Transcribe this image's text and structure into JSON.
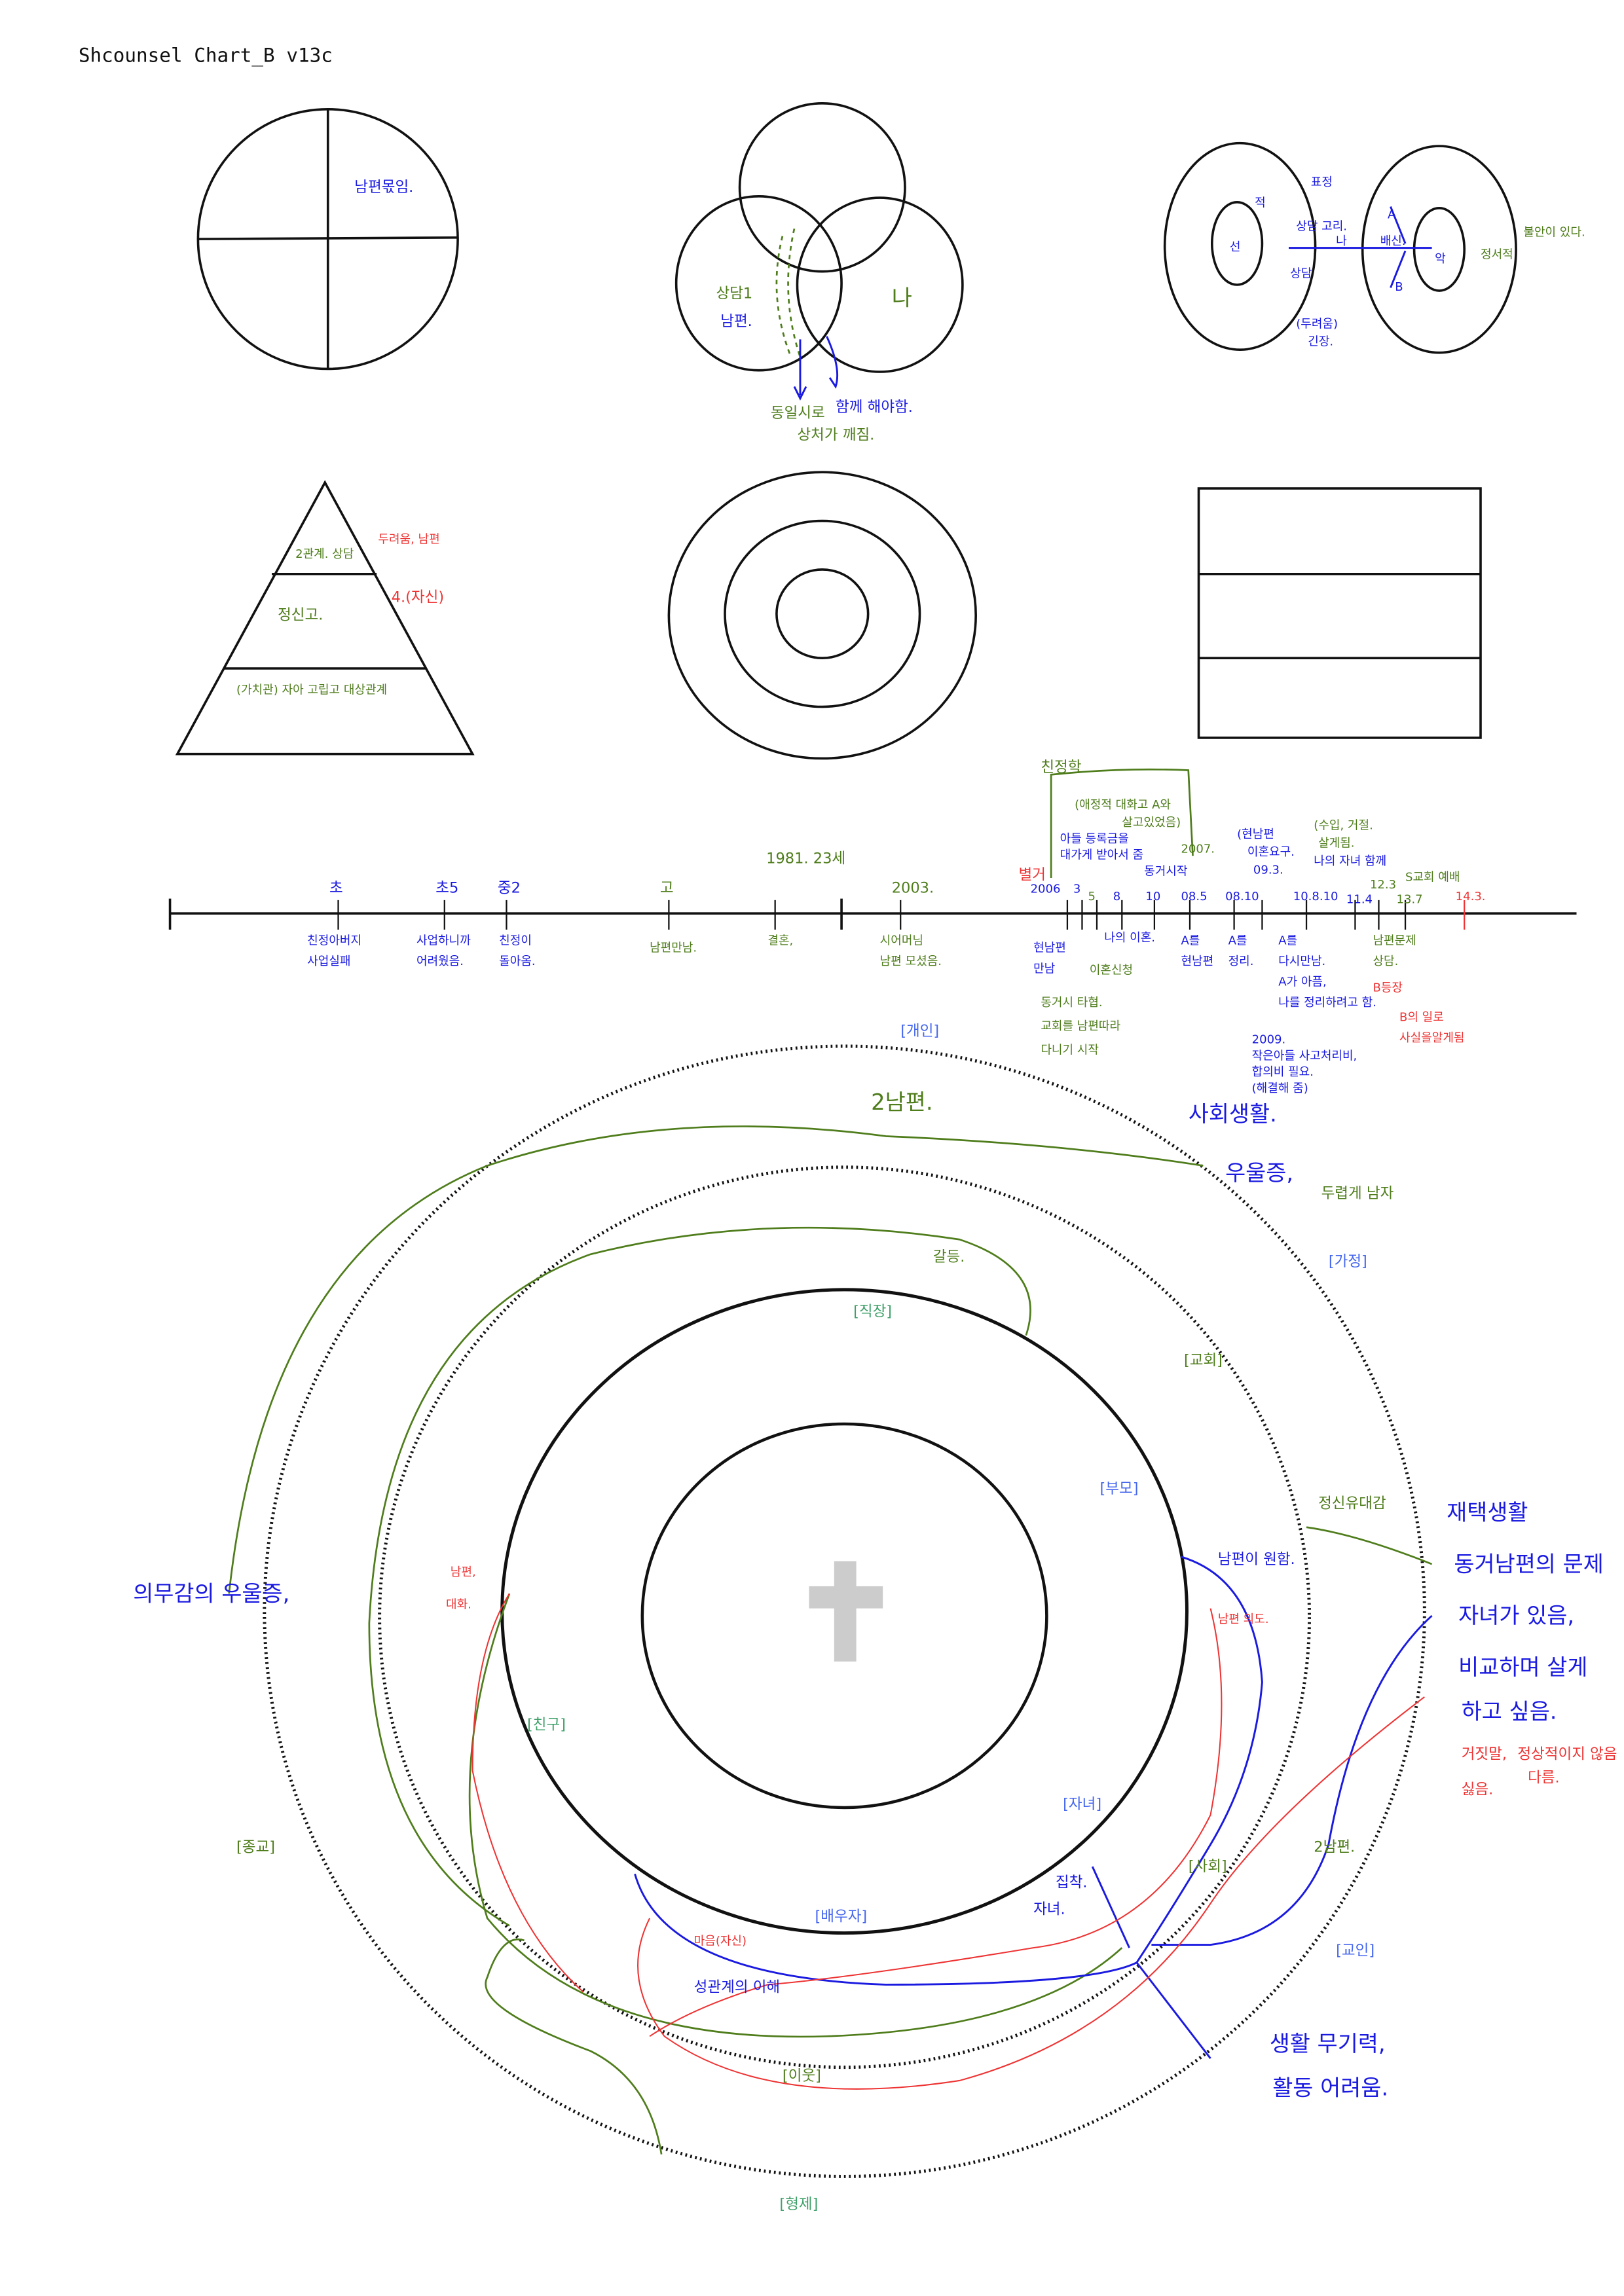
{
  "title": "Shcounsel Chart_B v13c",
  "colors": {
    "blue": "#1a1ae0",
    "green": "#4f7d1c",
    "red": "#ee3333",
    "ink": "#111111",
    "cross": "#cccccc"
  },
  "quarter_circle": {
    "note": "남편몫임."
  },
  "venn": {
    "left_top": "상담1",
    "left_bottom": "남편.",
    "right": "나",
    "arrow_left": "동일시로",
    "arrow_right": "함께 해야함.",
    "bottom": "상처가 깨짐."
  },
  "rings": {
    "left_center": "선",
    "left_top": "적",
    "top_note": "표정",
    "mid_top": "상담 고리.",
    "mid_bottom": "상담",
    "bottom_1": "(두려움)",
    "bottom_2": "긴장.",
    "arrow_label": "나",
    "right_mid": "배신.",
    "right_center": "악",
    "a": "A",
    "b": "B",
    "side_1": "정서적",
    "side_2": "불안이 있다."
  },
  "pyramid": {
    "top": "2관계. 상담",
    "top_red": "두려움, 남편",
    "red_side": "4.(자신)",
    "middle": "정신고.",
    "bottom": "(가치관) 자아 고립고 대상관계"
  },
  "timeline": {
    "top": [
      {
        "label": "초",
        "color": "b"
      },
      {
        "label": "초5",
        "color": "b"
      },
      {
        "label": "중2",
        "color": "b"
      },
      {
        "label": "고",
        "color": "g"
      },
      {
        "label": "1981. 23세",
        "color": "g"
      },
      {
        "label": "2003.",
        "color": "g"
      },
      {
        "label": "2006",
        "color": "b"
      },
      {
        "label": "3",
        "color": "b"
      },
      {
        "label": "5",
        "color": "g"
      },
      {
        "label": "8",
        "color": "b"
      },
      {
        "label": "10",
        "color": "b"
      },
      {
        "label": "08.5",
        "color": "b"
      },
      {
        "label": "08.10",
        "color": "b"
      },
      {
        "label": "09.3.",
        "color": "b"
      },
      {
        "label": "10.8.10",
        "color": "b"
      },
      {
        "label": "11.4",
        "color": "b"
      },
      {
        "label": "12.3",
        "color": "g"
      },
      {
        "label": "13.7",
        "color": "g"
      },
      {
        "label": "14.3.",
        "color": "r"
      }
    ],
    "bracket_label": "친정학",
    "bracket_note_1": "(애정적 대화고 A와",
    "bracket_note_2": "살고있었음)",
    "note_2006a": "아들 등록금을",
    "note_2006b": "대가게 받아서 줌",
    "red_2006": "별거",
    "note_2007a": "2007.",
    "note_2007b": "동거시작",
    "note_093a": "(현남편",
    "note_093b": "이혼요구.",
    "note_108a": "(수입, 거절.",
    "note_108b": "살게됨.",
    "note_108c": "나의 자녀 함께",
    "note_137": "S교회 예배",
    "bottom": [
      {
        "lines": [
          "친정아버지",
          "사업실패"
        ],
        "color": "b"
      },
      {
        "lines": [
          "사업하니까",
          "어려웠음."
        ],
        "color": "b"
      },
      {
        "lines": [
          "친정이",
          "돌아옴."
        ],
        "color": "b"
      },
      {
        "lines": [
          "남편만남."
        ],
        "color": "g"
      },
      {
        "lines": [
          "결혼,"
        ],
        "color": "g"
      },
      {
        "lines": [
          "시어머님",
          "남편 모셨음."
        ],
        "color": "g"
      },
      {
        "lines": [
          "현남편",
          "만남"
        ],
        "color": "b"
      },
      {
        "lines": [
          "이혼신청"
        ],
        "color": "g"
      },
      {
        "lines": [
          "나의 이혼."
        ],
        "color": "b"
      },
      {
        "lines": [
          "A를",
          "현남편"
        ],
        "color": "b"
      },
      {
        "lines": [
          "A를",
          "정리."
        ],
        "color": "b"
      },
      {
        "lines": [
          "A를",
          "다시만남.",
          "A가 아픔,",
          "나를 정리하려고 함."
        ],
        "color": "b"
      },
      {
        "lines": [
          "남편문제",
          "상담."
        ],
        "color": "g"
      },
      {
        "lines": [
          "B등장"
        ],
        "color": "r"
      },
      {
        "lines": [
          "B의 일로",
          "사실을알게됨"
        ],
        "color": "r"
      }
    ],
    "note_2006c": [
      "동거시 타협.",
      "교회를 남편따라",
      "다니기 시작"
    ],
    "note_2009": [
      "2009.",
      "작은아들 사고처리비,",
      "합의비 필요.",
      "(해결해 줌)"
    ]
  },
  "circle_diagram": {
    "ring_labels": [
      {
        "label": "[개인]",
        "color": "lb"
      },
      {
        "label": "[가정]",
        "color": "lb"
      },
      {
        "label": "[직장]",
        "color": "lg"
      },
      {
        "label": "[교회]",
        "color": "g"
      },
      {
        "label": "[부모]",
        "color": "lb"
      },
      {
        "label": "[친구]",
        "color": "lg"
      },
      {
        "label": "[자녀]",
        "color": "lb"
      },
      {
        "label": "[배우자]",
        "color": "lb"
      },
      {
        "label": "[사회]",
        "color": "g"
      },
      {
        "label": "[이웃]",
        "color": "g"
      },
      {
        "label": "[교인]",
        "color": "lb"
      },
      {
        "label": "[종교]",
        "color": "g"
      },
      {
        "label": "[형제]",
        "color": "lg"
      }
    ],
    "notes": {
      "husband2": "2남편.",
      "society": "사회생활.",
      "depression": "우울증,",
      "lean": "두렵게 남자",
      "conflict": "갈등.",
      "emotion": "정신유대감",
      "self1": "재택생활",
      "self2": "동거남편의 문제",
      "self3": "자녀가 있음,",
      "self4": "비교하며 살게",
      "self5": "하고 싶음.",
      "red1": "거짓말,",
      "red2": "정상적이지 않음",
      "red3": "싫음.",
      "red4": "다름.",
      "husband_obey": "남편이 원함.",
      "husband_red": "남편 의도.",
      "husband_left": "남편,",
      "husband_left2": "대화.",
      "anger_red": "마음(자신)",
      "sex": "성관계의 이해",
      "self_anchor": "자녀.",
      "attach": "집착.",
      "husband2b": "2남편.",
      "survival1": "생활 무기력,",
      "survival2": "활동 어려움.",
      "left_note": "의무감의 우울증,"
    }
  }
}
